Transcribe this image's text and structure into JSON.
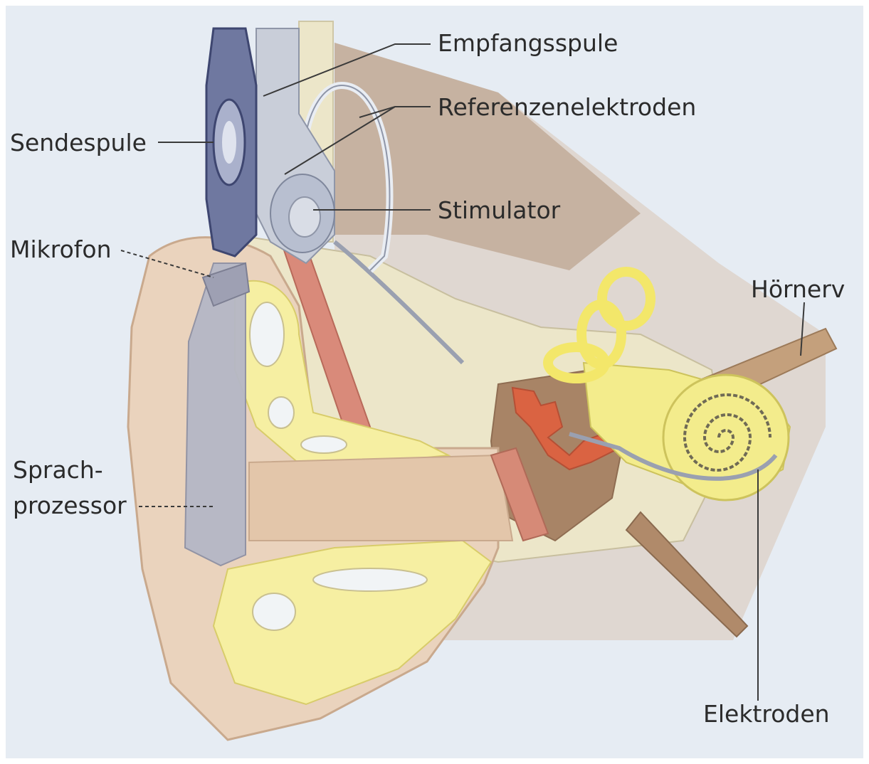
{
  "labels": {
    "empfangsspule": "Empfangsspule",
    "referenzelektroden": "Referenzenelektroden",
    "sendespule": "Sendespule",
    "stimulator": "Stimulator",
    "mikrofon": "Mikrofon",
    "hoernerv": "Hörnerv",
    "sprachprozessor_line1": "Sprach-",
    "sprachprozessor_line2": "prozessor",
    "elektroden": "Elektroden"
  },
  "colors": {
    "background": "#e6ecf3",
    "skin": "#ead3bd",
    "skin_dark": "#c9a98d",
    "cartilage": "#f6efa2",
    "bone": "#ece6c9",
    "muscle": "#d98a7a",
    "device": "#9ea6bd",
    "device_dark": "#5a6288",
    "cochlea": "#f3ec8c",
    "ossicles": "#e0603f",
    "cavity": "#a88466",
    "nerve": "#b78f6c"
  }
}
